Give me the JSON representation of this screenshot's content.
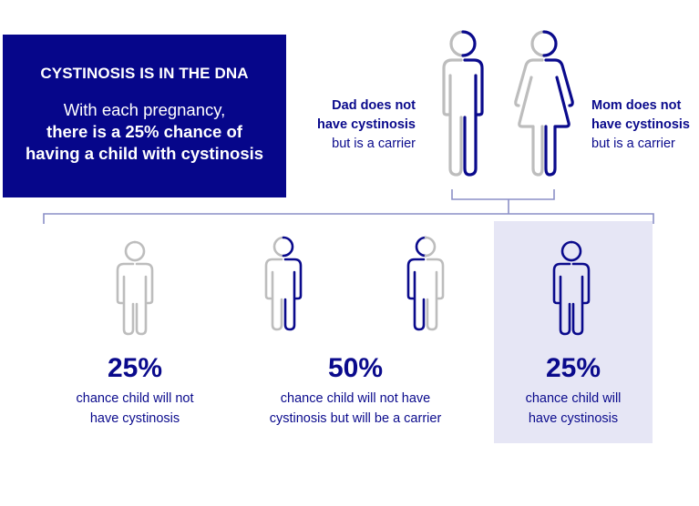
{
  "colors": {
    "navy": "#06068a",
    "text_blue": "#0a0a8c",
    "gray": "#bdbdbd",
    "connector": "#8b8fc7",
    "highlight_bg": "#e6e6f5",
    "white": "#ffffff"
  },
  "headline": {
    "title": "CYSTINOSIS IS IN THE DNA",
    "line1": "With each pregnancy,",
    "line2": "there is a 25% chance of",
    "line3": "having a child with cystinosis"
  },
  "parents": {
    "dad": {
      "icon": "male-figure-icon",
      "label_bold_1": "Dad does not",
      "label_bold_2": "have cystinosis",
      "label_regular": "but is a carrier",
      "left_half": "gray",
      "right_half": "blue"
    },
    "mom": {
      "icon": "female-figure-icon",
      "label_bold_1": "Mom does not",
      "label_bold_2": "have cystinosis",
      "label_regular": "but is a carrier",
      "left_half": "gray",
      "right_half": "blue"
    }
  },
  "outcomes": [
    {
      "percent": "25%",
      "desc_line1": "chance child will not",
      "desc_line2": "have cystinosis",
      "figures": [
        {
          "left_half": "gray",
          "right_half": "gray"
        }
      ],
      "highlighted": false
    },
    {
      "percent": "50%",
      "desc_line1": "chance child will not have",
      "desc_line2": "cystinosis but will be a carrier",
      "figures": [
        {
          "left_half": "gray",
          "right_half": "blue"
        },
        {
          "left_half": "blue",
          "right_half": "gray"
        }
      ],
      "highlighted": false
    },
    {
      "percent": "25%",
      "desc_line1": "chance child will",
      "desc_line2": "have cystinosis",
      "figures": [
        {
          "left_half": "blue",
          "right_half": "blue"
        }
      ],
      "highlighted": true
    }
  ]
}
